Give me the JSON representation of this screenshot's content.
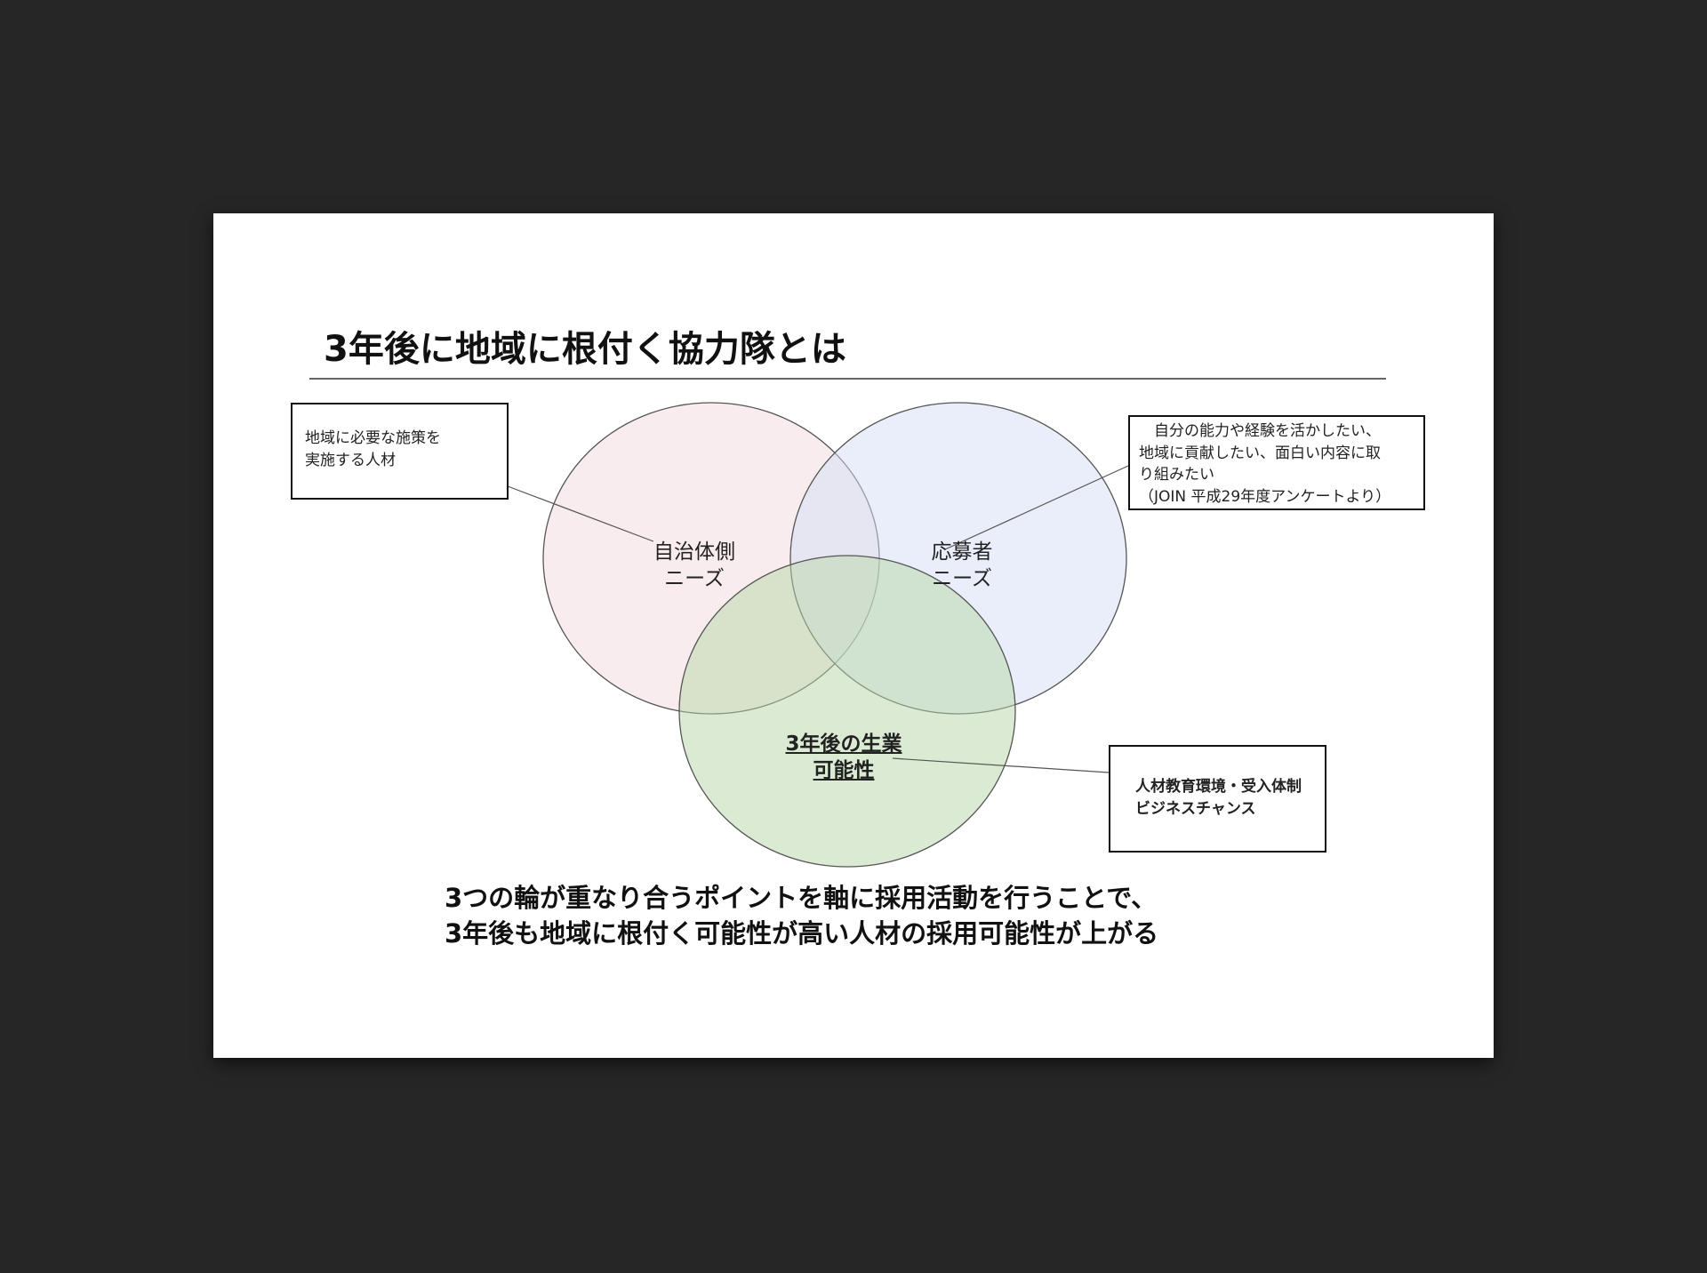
{
  "title": "3年後に地域に根付く協力隊とは",
  "circles": [
    {
      "label_1": "自治体側",
      "label_2": "ニーズ",
      "color": "#f4d9dd"
    },
    {
      "label_1": "応募者",
      "label_2": "ニーズ",
      "color": "#d3ddf6"
    },
    {
      "label_1": "3年後の生業",
      "label_2": "可能性",
      "color": "#b7d7a8"
    }
  ],
  "callouts": {
    "municipality": {
      "line_1": "地域に必要な施策を",
      "line_2": "実施する人材"
    },
    "applicant": {
      "line_1": "　自分の能力や経験を活かしたい、",
      "line_2": "地域に貢献したい、面白い内容に取",
      "line_3": "り組みたい",
      "line_4": "（JOIN 平成29年度アンケートより）"
    },
    "livelihood": {
      "line_1": "人材教育環境・受入体制",
      "line_2": "ビジネスチャンス"
    }
  },
  "conclusion": {
    "line_1": "3つの輪が重なり合うポイントを軸に採用活動を行うことで、",
    "line_2": "3年後も地域に根付く可能性が高い人材の採用可能性が上がる"
  }
}
